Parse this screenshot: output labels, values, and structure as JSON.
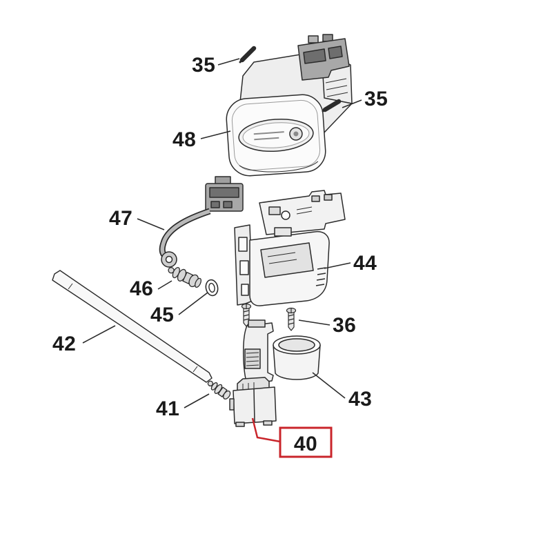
{
  "diagram": {
    "type": "exploded-parts-diagram",
    "background": "#ffffff",
    "line_color": "#2b2b2b",
    "text_color": "#1a1a1a"
  },
  "highlight": {
    "part": "40",
    "color": "#c9252b"
  },
  "callouts": [
    {
      "part": "35",
      "text": "35"
    },
    {
      "part": "35",
      "text": "35"
    },
    {
      "part": "48",
      "text": "48"
    },
    {
      "part": "47",
      "text": "47"
    },
    {
      "part": "44",
      "text": "44"
    },
    {
      "part": "46",
      "text": "46"
    },
    {
      "part": "45",
      "text": "45"
    },
    {
      "part": "36",
      "text": "36"
    },
    {
      "part": "42",
      "text": "42"
    },
    {
      "part": "43",
      "text": "43"
    },
    {
      "part": "41",
      "text": "41"
    },
    {
      "part": "40",
      "text": "40",
      "highlighted": true
    }
  ]
}
